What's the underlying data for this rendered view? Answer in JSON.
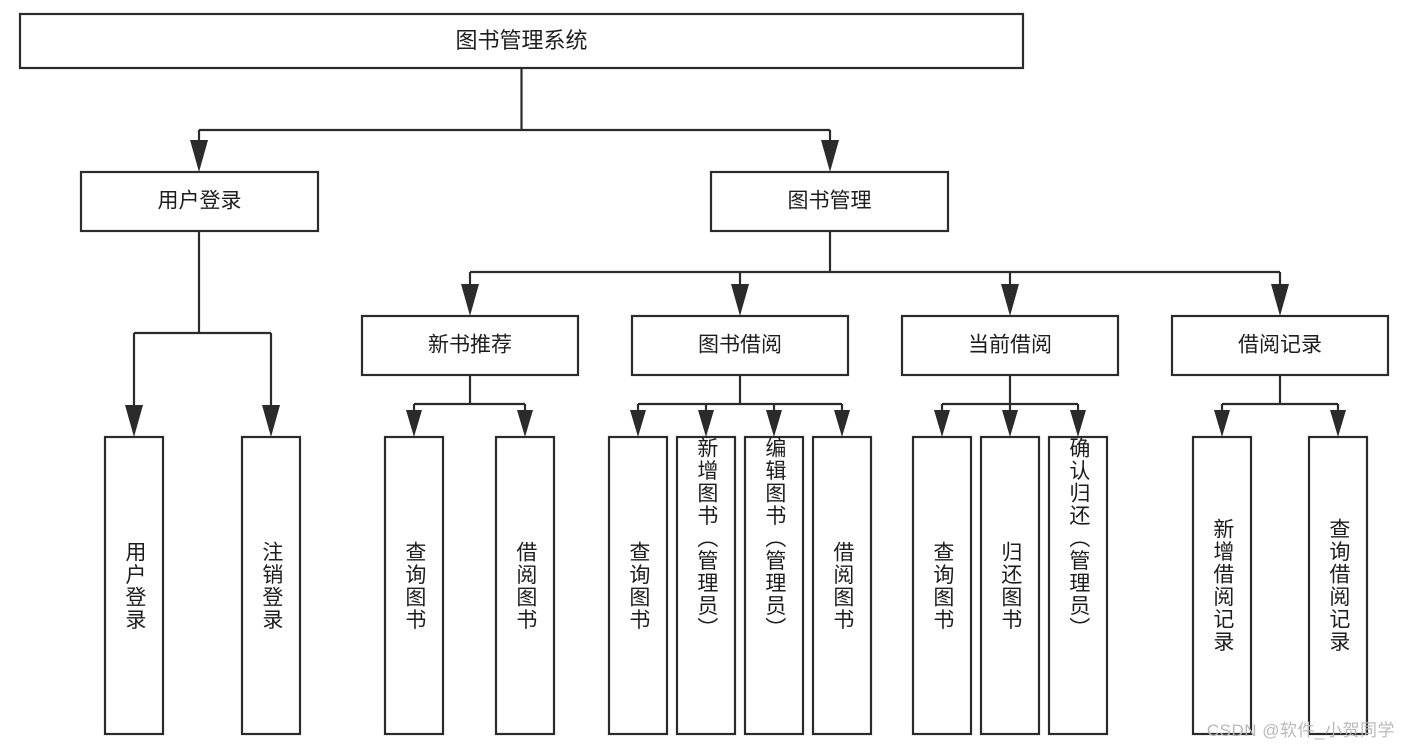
{
  "diagram": {
    "type": "tree-hierarchy-chart",
    "title": "图书管理系统",
    "watermark": "CSDN @软件_小贺同学",
    "colors": {
      "stroke": "#2b2b2b",
      "fill": "#ffffff",
      "text": "#1d1d1d",
      "watermark": "#b9b9b9"
    },
    "levels": {
      "level1": [
        {
          "id": "root",
          "label": "图书管理系统"
        }
      ],
      "level2": [
        {
          "id": "user-login",
          "label": "用户登录",
          "parent": "root"
        },
        {
          "id": "book-manage",
          "label": "图书管理",
          "parent": "root"
        }
      ],
      "level3": [
        {
          "id": "new-book-recommend",
          "label": "新书推荐",
          "parent": "book-manage"
        },
        {
          "id": "book-borrow",
          "label": "图书借阅",
          "parent": "book-manage"
        },
        {
          "id": "current-borrow",
          "label": "当前借阅",
          "parent": "book-manage"
        },
        {
          "id": "borrow-record",
          "label": "借阅记录",
          "parent": "book-manage"
        }
      ],
      "leaves": [
        {
          "id": "leaf-user-login",
          "label": "用户登录",
          "parent": "user-login"
        },
        {
          "id": "leaf-logout-login",
          "label": "注销登录",
          "parent": "user-login"
        },
        {
          "id": "leaf-query-book-1",
          "label": "查询图书",
          "parent": "new-book-recommend"
        },
        {
          "id": "leaf-borrow-book-1",
          "label": "借阅图书",
          "parent": "new-book-recommend"
        },
        {
          "id": "leaf-query-book-2",
          "label": "查询图书",
          "parent": "book-borrow"
        },
        {
          "id": "leaf-add-book",
          "label": "新增图书（管理员）",
          "parent": "book-borrow"
        },
        {
          "id": "leaf-edit-book",
          "label": "编辑图书（管理员）",
          "parent": "book-borrow"
        },
        {
          "id": "leaf-borrow-book-2",
          "label": "借阅图书",
          "parent": "book-borrow"
        },
        {
          "id": "leaf-query-book-3",
          "label": "查询图书",
          "parent": "current-borrow"
        },
        {
          "id": "leaf-return-book",
          "label": "归还图书",
          "parent": "current-borrow"
        },
        {
          "id": "leaf-confirm-return",
          "label": "确认归还（管理员）",
          "parent": "current-borrow"
        },
        {
          "id": "leaf-add-record",
          "label": "新增借阅记录",
          "parent": "borrow-record"
        },
        {
          "id": "leaf-query-record",
          "label": "查询借阅记录",
          "parent": "borrow-record"
        }
      ]
    }
  }
}
